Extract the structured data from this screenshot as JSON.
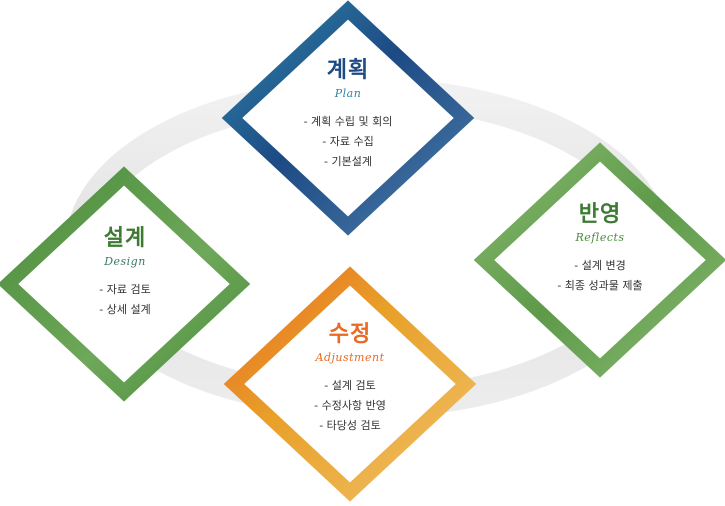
{
  "colors": {
    "plan": "#1d4a84",
    "plan_light": "#2e84a8",
    "design": "#4c8c3c",
    "design_light": "#86b86e",
    "reflects": "#5e9a4a",
    "reflects_light": "#94c07c",
    "adjust": "#e8a028",
    "adjust_accent": "#e86a24",
    "adjust_light": "#f0bf66",
    "ring": "#e6e6e6",
    "text": "#333333"
  },
  "nodes": {
    "plan": {
      "title": "계획",
      "subtitle": "Plan",
      "items": [
        "- 계획 수립 및 회의",
        "- 자료 수집",
        "- 기본설계"
      ]
    },
    "design": {
      "title": "설계",
      "subtitle": "Design",
      "items": [
        "- 자료 검토",
        "- 상세 설계"
      ]
    },
    "reflects": {
      "title": "반영",
      "subtitle": "Reflects",
      "items": [
        "- 설계 변경",
        "- 최종 성과물 제출"
      ]
    },
    "adjust": {
      "title": "수정",
      "subtitle": "Adjustment",
      "items": [
        "- 설계 검토",
        "- 수정사항  반영",
        "- 타당성 검토"
      ]
    }
  }
}
